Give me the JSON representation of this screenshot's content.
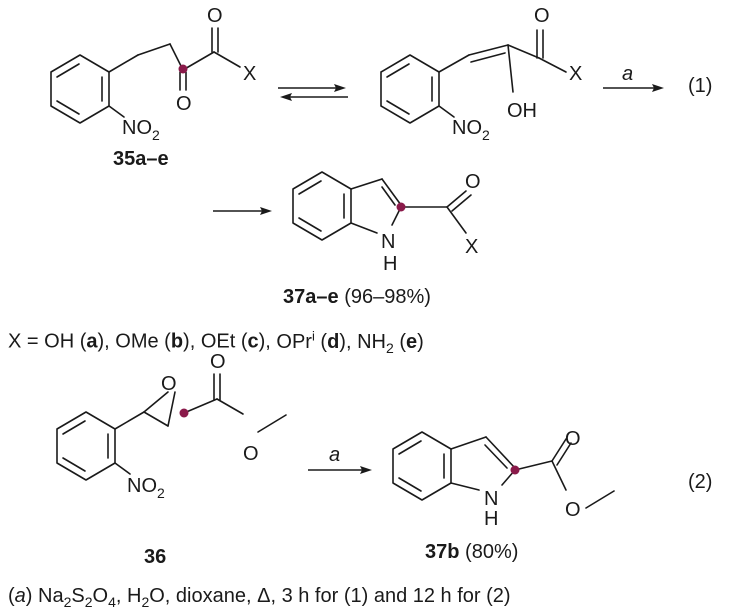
{
  "compounds": {
    "c35": {
      "label": "35a–e"
    },
    "c37ae": {
      "label": "37a–e",
      "yield": "(96–98%)"
    },
    "c36": {
      "label": "36"
    },
    "c37b": {
      "label": "37b",
      "yield": "(80%)"
    }
  },
  "atoms": {
    "O": "O",
    "X": "X",
    "OH": "OH",
    "NO": "NO",
    "two": "2",
    "N": "N",
    "H": "H"
  },
  "equations": {
    "eq1": "(1)",
    "eq2": "(2)"
  },
  "reagent_label": "a",
  "substituents": {
    "prefix": "X = ",
    "items": [
      {
        "group": "OH",
        "sup": "",
        "sub": "",
        "code": "a",
        "sep": ", "
      },
      {
        "group": "OMe",
        "sup": "",
        "sub": "",
        "code": "b",
        "sep": ", "
      },
      {
        "group": "OEt",
        "sup": "",
        "sub": "",
        "code": "c",
        "sep": ", "
      },
      {
        "group": "OPr",
        "sup": "i",
        "sub": "",
        "code": "d",
        "sep": ", "
      },
      {
        "group": "NH",
        "sup": "",
        "sub": "2",
        "code": "e",
        "sep": ""
      }
    ]
  },
  "conditions": {
    "letter": "a",
    "parts": [
      {
        "text": "Na",
        "sub": "2"
      },
      {
        "text": "S",
        "sub": "2"
      },
      {
        "text": "O",
        "sub": "4"
      },
      {
        "text": ", H",
        "sub": "2"
      },
      {
        "text": "O, dioxane, Δ, 3 h for (1) and 12 h for (2)",
        "sub": ""
      }
    ]
  }
}
